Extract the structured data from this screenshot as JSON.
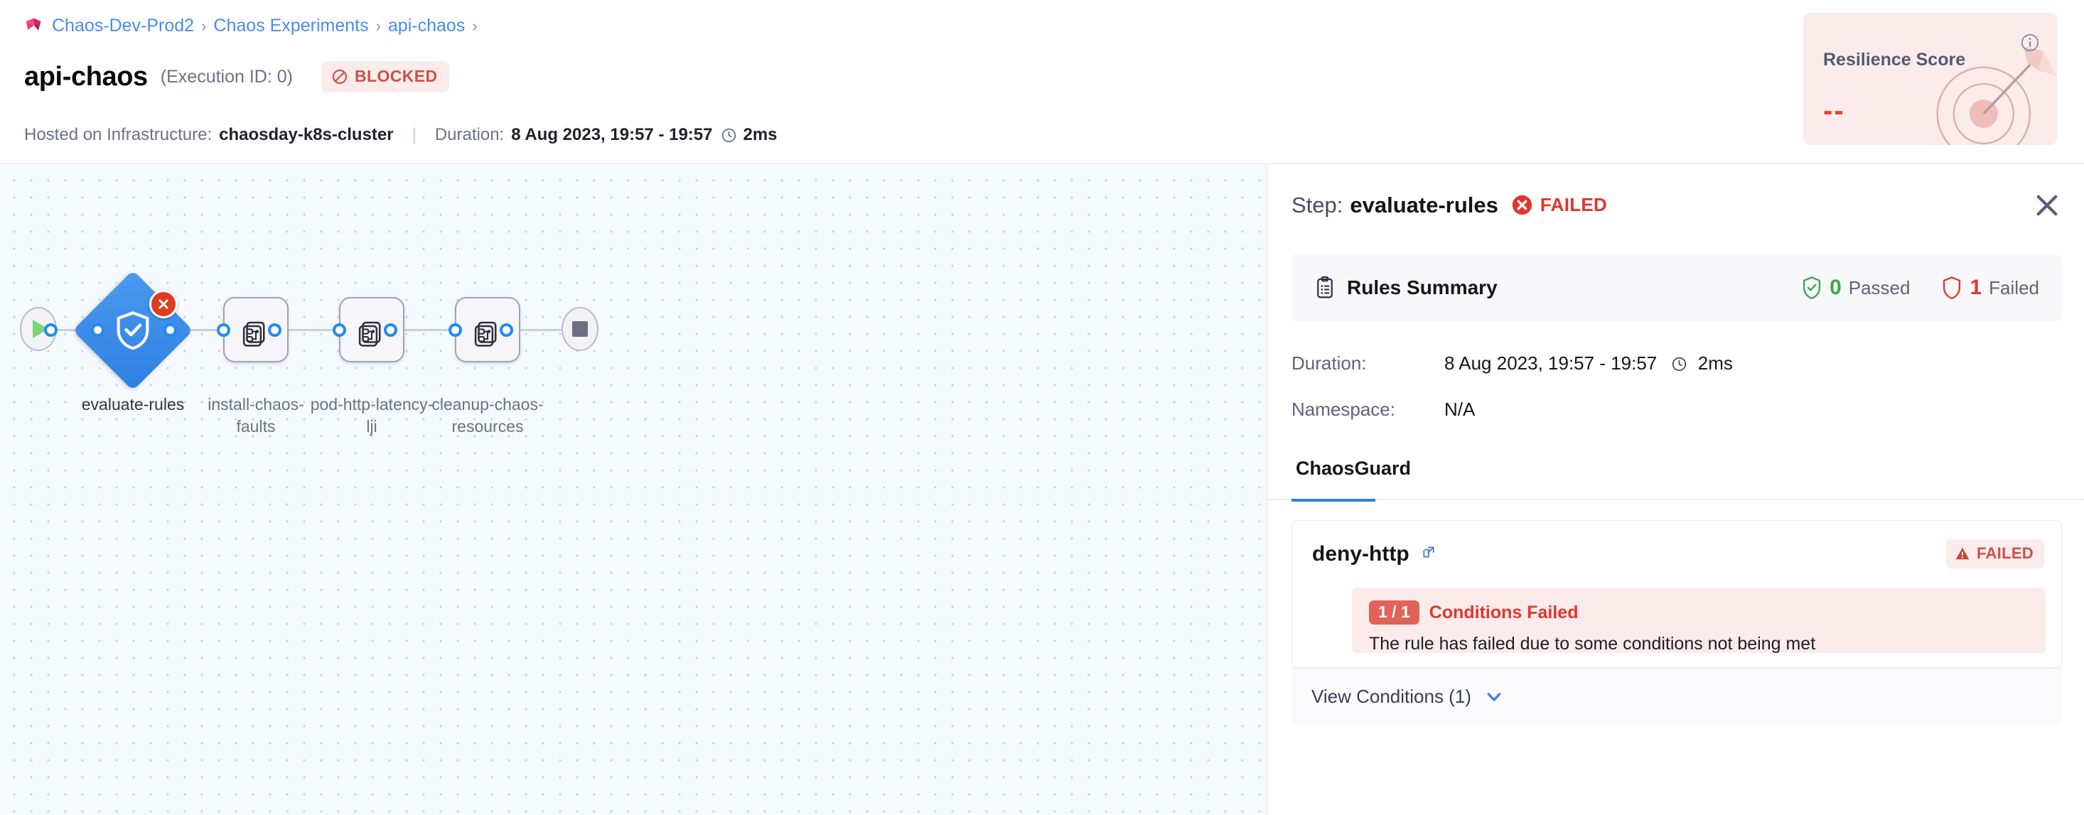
{
  "header": {
    "breadcrumb": {
      "logo_icon": "harness-chaos-logo-icon",
      "items": [
        "Chaos-Dev-Prod2",
        "Chaos Experiments",
        "api-chaos"
      ],
      "separator": "›"
    },
    "title": "api-chaos",
    "execution_id": "(Execution ID: 0)",
    "status_badge": {
      "label": "BLOCKED",
      "icon": "blocked-circle-icon",
      "color": "#c7534a",
      "bg": "#fbeceb"
    },
    "meta": {
      "infra_label": "Hosted on Infrastructure:",
      "infra_value": "chaosday-k8s-cluster",
      "divider": "|",
      "duration_label": "Duration:",
      "duration_value": "8 Aug 2023, 19:57 - 19:57",
      "clock_icon": "clock-icon",
      "elapsed": "2ms"
    },
    "resilience": {
      "title": "Resilience Score",
      "value": "--",
      "info_icon": "info-circle-icon",
      "art_icon": "target-arrow-icon",
      "bg": "#fbeceb",
      "value_color": "#e8402c"
    }
  },
  "canvas": {
    "start_node": {
      "name": "start-node",
      "icon": "play-icon"
    },
    "end_node": {
      "name": "end-node",
      "icon": "stop-icon"
    },
    "nodes": [
      {
        "id": "evaluate-rules",
        "label": "evaluate-rules",
        "type": "diamond",
        "icon": "shield-check-icon",
        "status": "failed",
        "status_icon": "error-x-icon",
        "selected": true
      },
      {
        "id": "install-chaos-faults",
        "label": "install-chaos-\nfaults",
        "label_line1": "install-chaos-",
        "label_line2": "faults",
        "type": "step",
        "icon": "chaos-fault-icon",
        "status": "none",
        "selected": false
      },
      {
        "id": "pod-http-latency-lji",
        "label": "pod-http-latency-\nlji",
        "label_line1": "pod-http-latency-",
        "label_line2": "lji",
        "type": "step",
        "icon": "chaos-fault-icon",
        "status": "none",
        "selected": false
      },
      {
        "id": "cleanup-chaos-resources",
        "label": "cleanup-chaos-\nresources",
        "label_line1": "cleanup-chaos-",
        "label_line2": "resources",
        "type": "step",
        "icon": "chaos-fault-icon",
        "status": "none",
        "selected": false
      }
    ]
  },
  "panel": {
    "step_prefix": "Step:",
    "step_name": "evaluate-rules",
    "step_status": "FAILED",
    "step_status_icon": "error-x-icon",
    "close_icon": "close-icon",
    "rules_summary": {
      "icon": "clipboard-icon",
      "title": "Rules Summary",
      "passed_count": "0",
      "passed_label": "Passed",
      "passed_icon": "shield-check-green-icon",
      "failed_count": "1",
      "failed_label": "Failed",
      "failed_icon": "shield-red-icon"
    },
    "details": {
      "duration_label": "Duration:",
      "duration_value": "8 Aug 2023, 19:57 - 19:57",
      "duration_clock_icon": "clock-icon",
      "duration_elapsed": "2ms",
      "namespace_label": "Namespace:",
      "namespace_value": "N/A"
    },
    "tabs": [
      {
        "label": "ChaosGuard",
        "active": true
      }
    ],
    "rule": {
      "name": "deny-http",
      "external_link_icon": "external-link-icon",
      "status_badge": {
        "label": "FAILED",
        "icon": "warning-triangle-icon"
      },
      "conditions": {
        "pill": "1 / 1",
        "pill_numerator": "1",
        "pill_separator": "/",
        "pill_denominator": "1",
        "title": "Conditions Failed",
        "description": "The rule has failed due to some conditions not being met"
      },
      "view_conditions": {
        "label": "View Conditions (1)",
        "chevron_icon": "chevron-down-icon"
      }
    }
  }
}
